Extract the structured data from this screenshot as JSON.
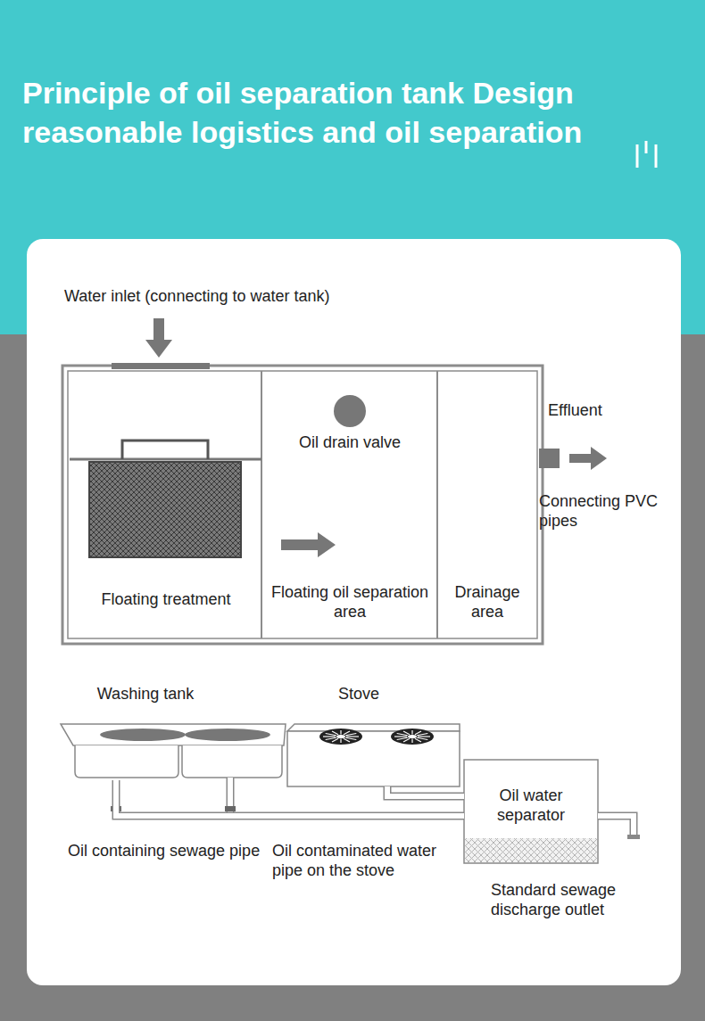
{
  "diagram": {
    "title": "Principle of oil separation tank Design reasonable logistics and oil separation",
    "nodes": [
      {
        "text": [
          "Floating treatment"
        ]
      },
      {
        "text": [
          "Oil drain valve",
          "Floating oil separation area"
        ]
      },
      {
        "text": [
          "Drainage area"
        ]
      },
      {
        "text": [
          "Washing tank"
        ]
      },
      {
        "text": [
          "Stove"
        ]
      },
      {
        "text": [
          "Oil water separator"
        ]
      }
    ],
    "edges": [
      {
        "from": 3,
        "to": 5,
        "arrow": "none"
      },
      {
        "from": 4,
        "to": 5,
        "arrow": "none"
      }
    ],
    "labels": [
      "Water inlet (connecting to water tank)",
      "Effluent",
      "Connecting PVC pipes",
      "Oil containing sewage pipe",
      "Oil contaminated water pipe on the stove",
      "Standard sewage discharge outlet"
    ]
  }
}
